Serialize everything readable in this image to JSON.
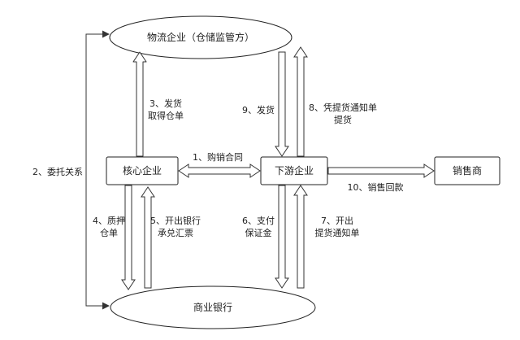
{
  "nodes": {
    "logistics": "物流企业（仓储监管方）",
    "core": "核心企业",
    "downstream": "下游企业",
    "seller": "销售商",
    "bank": "商业银行"
  },
  "labels": {
    "e1": [
      "1、购销合同"
    ],
    "e2": [
      "2、委托关系"
    ],
    "e3": [
      "3、发货",
      "取得仓单"
    ],
    "e4": [
      "4、质押",
      "仓单"
    ],
    "e5": [
      "5、开出银行",
      "承兑汇票"
    ],
    "e6": [
      "6、支付",
      "保证金"
    ],
    "e7": [
      "7、开出",
      "提货通知单"
    ],
    "e8": [
      "8、凭提货通知单",
      "提货"
    ],
    "e9": [
      "9、发货"
    ],
    "e10": [
      "10、销售回款"
    ]
  },
  "colors": {
    "stroke": "#333333",
    "fill": "#ffffff",
    "text": "#222222"
  }
}
